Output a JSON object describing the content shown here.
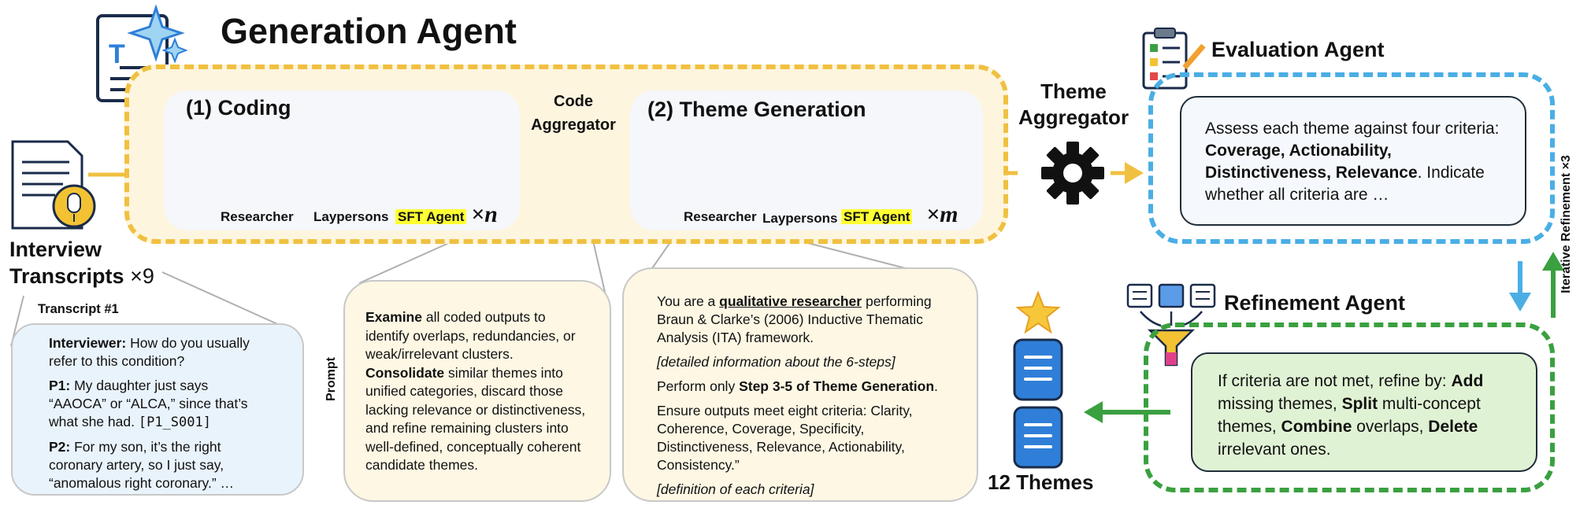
{
  "gen_agent": {
    "title": "Generation Agent"
  },
  "coding": {
    "title": "(1) Coding",
    "researcher": "Researcher",
    "laypersons": "Laypersons",
    "sft": "SFT Agent",
    "multiplier": "×n"
  },
  "code_aggregator": {
    "line1": "Code",
    "line2": "Aggregator"
  },
  "theme_gen": {
    "title": "(2) Theme Generation",
    "researcher": "Researcher",
    "laypersons": "Laypersons",
    "sft": "SFT Agent",
    "multiplier": "×m"
  },
  "theme_aggregator": {
    "line1": "Theme",
    "line2": "Aggregator"
  },
  "evaluation": {
    "title": "Evaluation Agent",
    "text1": "Assess each theme against four criteria: ",
    "bold": "Coverage, Actionability, Distinctiveness, Relevance",
    "text2": ". Indicate whether all criteria are …"
  },
  "iterative": "Iterative Refinement ×3",
  "refinement": {
    "title": "Refinement Agent",
    "t1": "If criteria are not met, refine by: ",
    "b1": "Add",
    "t2": " missing themes, ",
    "b2": "Split",
    "t3": " multi-concept themes, ",
    "b3": "Combine",
    "t4": " overlaps, ",
    "b4": "Delete",
    "t5": " irrelevant ones."
  },
  "themes": {
    "label": "12 Themes"
  },
  "interview": {
    "line1": "Interview",
    "line2": "Transcripts",
    "mult": "×9"
  },
  "transcript": {
    "title": "Transcript #1",
    "interviewer_label": "Interviewer:",
    "interviewer_text": " How do you usually refer to this condition?",
    "p1_label": "P1:",
    "p1_text": " My daughter just says “AAOCA” or “ALCA,” since that’s what she had.",
    "p1_code": "[P1_S001]",
    "p2_label": "P2:",
    "p2_text": " For my son, it’s the right coronary artery, so I just say, “anomalous right coronary.” …"
  },
  "prompt_label": "Prompt",
  "prompt1": {
    "b1": "Examine",
    "t1": " all coded outputs to identify overlaps, redundancies, or weak/irrelevant clusters.",
    "b2": "Consolidate",
    "t2": " similar themes into unified categories, discard those lacking relevance or distinctiveness, and refine remaining clusters into well-defined, conceptually coherent candidate themes."
  },
  "prompt2": {
    "t1": "You are a ",
    "u1": "qualitative researcher",
    "t2": " performing Braun & Clarke’s (2006) Inductive Thematic Analysis (ITA) framework.",
    "i1": "[detailed information about the 6-steps]",
    "t3": "Perform only ",
    "b1": "Step 3-5 of Theme Generation",
    "t4": ".",
    "t5": "Ensure outputs meet eight criteria: Clarity, Coherence, Coverage, Specificity, Distinctiveness, Relevance, Actionability, Consistency.”",
    "i2": "[definition of each criteria]"
  },
  "colors": {
    "yellow": "#f0c040",
    "blue": "#4aaee5",
    "green": "#3aa040",
    "icon_blue": "#2f7fd8"
  }
}
